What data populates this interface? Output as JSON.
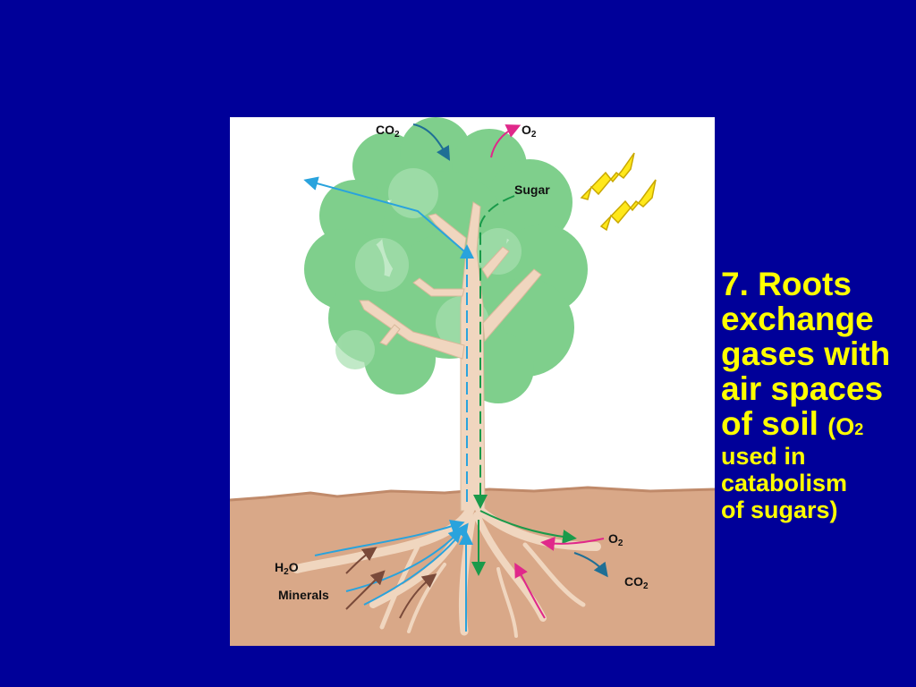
{
  "diagram": {
    "labels": {
      "co2_top": {
        "main": "CO",
        "sub": "2"
      },
      "o2_top": {
        "main": "O",
        "sub": "2"
      },
      "sugar": "Sugar",
      "o2_root": {
        "main": "O",
        "sub": "2"
      },
      "co2_root": {
        "main": "CO",
        "sub": "2"
      },
      "h2o": {
        "pre": "H",
        "sub": "2",
        "post": "O"
      },
      "minerals": "Minerals"
    },
    "colors": {
      "background": "#000099",
      "foliage": "#7fcf8c",
      "trunk": "#f0d6bf",
      "soil": "#d9a888",
      "water_arrow": "#29a3dd",
      "sugar_arrow": "#1a9a4a",
      "oxygen_arrow": "#e0288a",
      "co2_arrow": "#1f6f95",
      "mineral_arrow": "#7a4a3a",
      "sunlight": "#ffe81a"
    },
    "icons": [
      "sunlight-icon",
      "sunlight-icon"
    ]
  },
  "caption": {
    "line1": "7. Roots",
    "line2": "exchange",
    "line3": "gases with",
    "line4": "air spaces",
    "line5": "of soil",
    "paren_open": "(O",
    "paren_sub": "2",
    "line6": "used in",
    "line7": "catabolism",
    "line8": "of sugars)"
  }
}
